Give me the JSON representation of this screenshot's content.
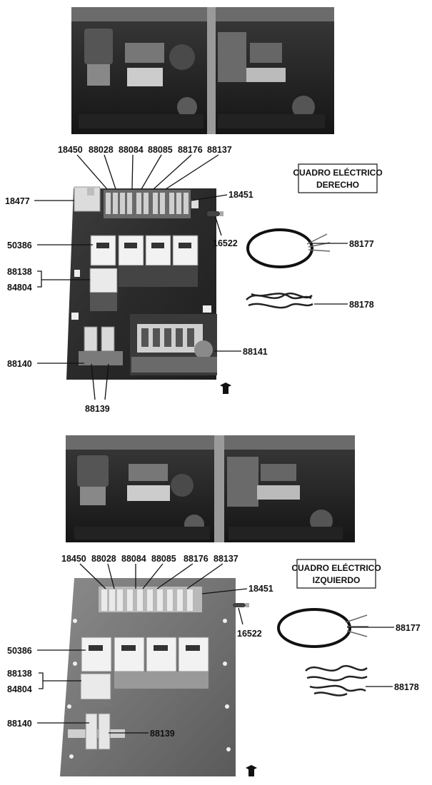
{
  "panels": [
    {
      "title_line1": "CUADRO ELÉCTRICO",
      "title_line2": "DERECHO",
      "labels": {
        "p18450": "18450",
        "p88028": "88028",
        "p88084": "88084",
        "p88085": "88085",
        "p88176": "88176",
        "p88137": "88137",
        "p18477": "18477",
        "p18451": "18451",
        "p16522": "16522",
        "p50386": "50386",
        "p88138": "88138",
        "p84804": "84804",
        "p88177": "88177",
        "p88178": "88178",
        "p88140": "88140",
        "p88141": "88141",
        "p88139": "88139"
      }
    },
    {
      "title_line1": "CUADRO ELÉCTRICO",
      "title_line2": "IZQUIERDO",
      "labels": {
        "p18450": "18450",
        "p88028": "88028",
        "p88084": "88084",
        "p88085": "88085",
        "p88176": "88176",
        "p88137": "88137",
        "p18451": "18451",
        "p16522": "16522",
        "p50386": "50386",
        "p88138": "88138",
        "p84804": "84804",
        "p88177": "88177",
        "p88178": "88178",
        "p88140": "88140",
        "p88139": "88139"
      }
    }
  ]
}
